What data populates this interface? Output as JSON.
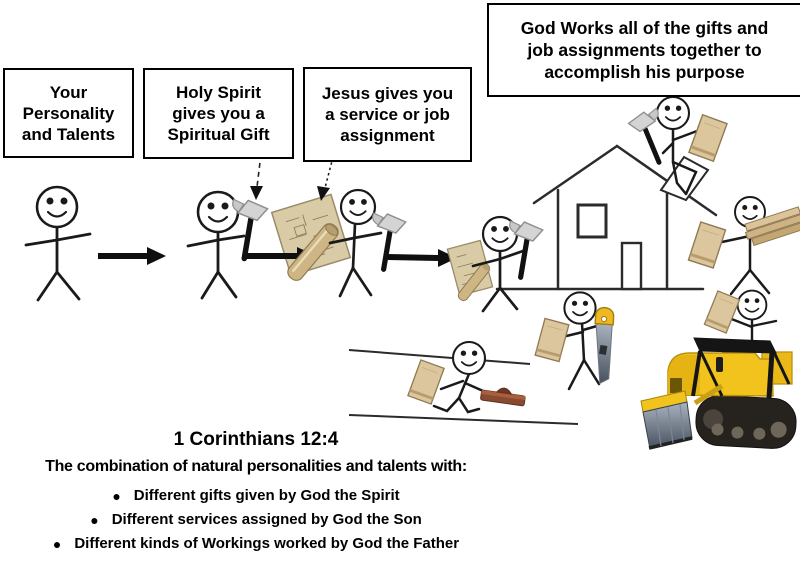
{
  "boxes": {
    "personality": {
      "lines": [
        "Your",
        "Personality",
        "and Talents"
      ]
    },
    "holy_spirit": {
      "lines": [
        "Holy Spirit",
        "gives you a",
        "Spiritual Gift"
      ]
    },
    "jesus": {
      "lines": [
        "Jesus gives you",
        "a service or job",
        "assignment"
      ]
    },
    "god_works": {
      "lines": [
        "God Works all of the gifts and",
        "job assignments together to",
        "accomplish his purpose"
      ]
    }
  },
  "caption": {
    "title": "1 Corinthians 12:4",
    "subtitle": "The combination of natural personalities and talents with:",
    "bullet_glyph": "●",
    "bullets": [
      "Different gifts given by God the Spirit",
      "Different services assigned by God the Son",
      "Different kinds of Workings worked by God the Father"
    ]
  },
  "illustration": {
    "scene": "people receiving gifts and job assignments to build a house",
    "figures": [
      "person-plain",
      "person-with-hammer",
      "person-with-blueprint-and-hammer",
      "person-with-blueprint-and-hammer",
      "roofer-with-hammer-and-board",
      "lumber-carrier",
      "sawyer-with-saw-and-board",
      "mason-with-trowel-and-board",
      "dozer-operator-with-board"
    ],
    "icons": [
      "house-outline",
      "hammer-icon",
      "blueprint-icon",
      "board-icon",
      "lumber-icon",
      "saw-icon",
      "trowel-icon",
      "bulldozer-icon",
      "arrow-right-icon",
      "arrow-down-dashed-icon"
    ]
  },
  "colors": {
    "ink": "#1a1a1a",
    "background": "#ffffff",
    "box_border": "#000000",
    "wood": "#dcc69e",
    "parchment": "#d9cba6",
    "hammer_head": "#d4d4d4",
    "saw_handle": "#eeb822",
    "saw_blade": "#99a1a9",
    "trowel": "#8a4a30",
    "dozer_yellow": "#f2c31c",
    "dozer_tracks": "#26231f",
    "blade_steel": "#7b8595"
  }
}
